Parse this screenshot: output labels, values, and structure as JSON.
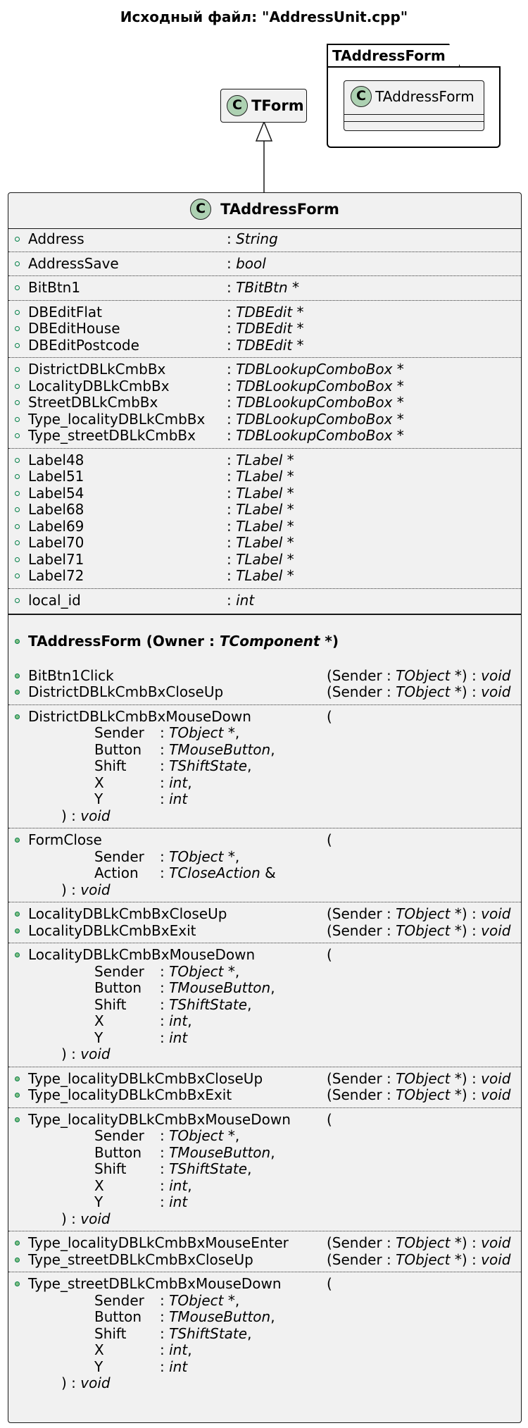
{
  "title": "Исходный файл: \"AddressUnit.cpp\"",
  "colors": {
    "class_bg": "#f1f1f1",
    "circle": "#add1b2",
    "public_field": "#038048",
    "public_method": "#84be84"
  },
  "tform": {
    "stereotype_letter": "C",
    "name": "TForm"
  },
  "package": {
    "name": "TAddressForm",
    "class": {
      "stereotype_letter": "C",
      "name": "TAddressForm"
    }
  },
  "main_class": {
    "stereotype_letter": "C",
    "name": "TAddressForm",
    "field_groups": [
      [
        {
          "name": "Address",
          "type": "String"
        }
      ],
      [
        {
          "name": "AddressSave",
          "type": "bool"
        }
      ],
      [
        {
          "name": "BitBtn1",
          "type": "TBitBtn *"
        }
      ],
      [
        {
          "name": "DBEditFlat",
          "type": "TDBEdit *"
        },
        {
          "name": "DBEditHouse",
          "type": "TDBEdit *"
        },
        {
          "name": "DBEditPostcode",
          "type": "TDBEdit *"
        }
      ],
      [
        {
          "name": "DistrictDBLkCmbBx",
          "type": "TDBLookupComboBox *"
        },
        {
          "name": "LocalityDBLkCmbBx",
          "type": "TDBLookupComboBox *"
        },
        {
          "name": "StreetDBLkCmbBx",
          "type": "TDBLookupComboBox *"
        },
        {
          "name": "Type_localityDBLkCmbBx",
          "type": "TDBLookupComboBox *"
        },
        {
          "name": "Type_streetDBLkCmbBx",
          "type": "TDBLookupComboBox *"
        }
      ],
      [
        {
          "name": "Label48",
          "type": "TLabel *"
        },
        {
          "name": "Label51",
          "type": "TLabel *"
        },
        {
          "name": "Label54",
          "type": "TLabel *"
        },
        {
          "name": "Label68",
          "type": "TLabel *"
        },
        {
          "name": "Label69",
          "type": "TLabel *"
        },
        {
          "name": "Label70",
          "type": "TLabel *"
        },
        {
          "name": "Label71",
          "type": "TLabel *"
        },
        {
          "name": "Label72",
          "type": "TLabel *"
        }
      ],
      [
        {
          "name": "local_id",
          "type": "int"
        }
      ]
    ],
    "constructor": {
      "name": "TAddressForm",
      "open": " (Owner : ",
      "param_type": "TComponent",
      "close": " *)"
    },
    "method_groups": [
      {
        "kind": "single",
        "items": [
          {
            "name": "BitBtn1Click",
            "sig_open": "(Sender : ",
            "sig_type": "TObject",
            "sig_close": " *) : ",
            "ret": "void"
          },
          {
            "name": "DistrictDBLkCmbBxCloseUp",
            "sig_open": "(Sender : ",
            "sig_type": "TObject",
            "sig_close": " *) : ",
            "ret": "void"
          }
        ]
      },
      {
        "kind": "multi",
        "name": "DistrictDBLkCmbBxMouseDown",
        "open": "(",
        "params": [
          {
            "name": "Sender",
            "type": "TObject",
            "suffix": " *,"
          },
          {
            "name": "Button",
            "type": "TMouseButton",
            "suffix": ","
          },
          {
            "name": "Shift",
            "type": "TShiftState",
            "suffix": ","
          },
          {
            "name": "X",
            "type": "int",
            "suffix": ","
          },
          {
            "name": "Y",
            "type": "int",
            "suffix": ""
          }
        ],
        "close": ") : ",
        "ret": "void"
      },
      {
        "kind": "multi",
        "name": "FormClose",
        "open": "(",
        "params": [
          {
            "name": "Sender",
            "type": "TObject",
            "suffix": " *,"
          },
          {
            "name": "Action",
            "type": "TCloseAction",
            "suffix": " &"
          }
        ],
        "close": ") : ",
        "ret": "void"
      },
      {
        "kind": "single",
        "items": [
          {
            "name": "LocalityDBLkCmbBxCloseUp",
            "sig_open": "(Sender : ",
            "sig_type": "TObject",
            "sig_close": " *) : ",
            "ret": "void"
          },
          {
            "name": "LocalityDBLkCmbBxExit",
            "sig_open": "(Sender : ",
            "sig_type": "TObject",
            "sig_close": " *) : ",
            "ret": "void"
          }
        ]
      },
      {
        "kind": "multi",
        "name": "LocalityDBLkCmbBxMouseDown",
        "open": "(",
        "params": [
          {
            "name": "Sender",
            "type": "TObject",
            "suffix": " *,"
          },
          {
            "name": "Button",
            "type": "TMouseButton",
            "suffix": ","
          },
          {
            "name": "Shift",
            "type": "TShiftState",
            "suffix": ","
          },
          {
            "name": "X",
            "type": "int",
            "suffix": ","
          },
          {
            "name": "Y",
            "type": "int",
            "suffix": ""
          }
        ],
        "close": ") : ",
        "ret": "void"
      },
      {
        "kind": "single",
        "items": [
          {
            "name": "Type_localityDBLkCmbBxCloseUp",
            "sig_open": "(Sender : ",
            "sig_type": "TObject",
            "sig_close": " *) : ",
            "ret": "void"
          },
          {
            "name": "Type_localityDBLkCmbBxExit",
            "sig_open": "(Sender : ",
            "sig_type": "TObject",
            "sig_close": " *) : ",
            "ret": "void"
          }
        ]
      },
      {
        "kind": "multi",
        "name": "Type_localityDBLkCmbBxMouseDown",
        "open": "(",
        "params": [
          {
            "name": "Sender",
            "type": "TObject",
            "suffix": " *,"
          },
          {
            "name": "Button",
            "type": "TMouseButton",
            "suffix": ","
          },
          {
            "name": "Shift",
            "type": "TShiftState",
            "suffix": ","
          },
          {
            "name": "X",
            "type": "int",
            "suffix": ","
          },
          {
            "name": "Y",
            "type": "int",
            "suffix": ""
          }
        ],
        "close": ") : ",
        "ret": "void"
      },
      {
        "kind": "single",
        "items": [
          {
            "name": "Type_localityDBLkCmbBxMouseEnter",
            "sig_open": "(Sender : ",
            "sig_type": "TObject",
            "sig_close": " *) : ",
            "ret": "void"
          },
          {
            "name": "Type_streetDBLkCmbBxCloseUp",
            "sig_open": "(Sender : ",
            "sig_type": "TObject",
            "sig_close": " *) : ",
            "ret": "void"
          }
        ]
      },
      {
        "kind": "multi",
        "name": "Type_streetDBLkCmbBxMouseDown",
        "open": "(",
        "params": [
          {
            "name": "Sender",
            "type": "TObject",
            "suffix": " *,"
          },
          {
            "name": "Button",
            "type": "TMouseButton",
            "suffix": ","
          },
          {
            "name": "Shift",
            "type": "TShiftState",
            "suffix": ","
          },
          {
            "name": "X",
            "type": "int",
            "suffix": ","
          },
          {
            "name": "Y",
            "type": "int",
            "suffix": ""
          }
        ],
        "close": ") : ",
        "ret": "void"
      }
    ]
  }
}
